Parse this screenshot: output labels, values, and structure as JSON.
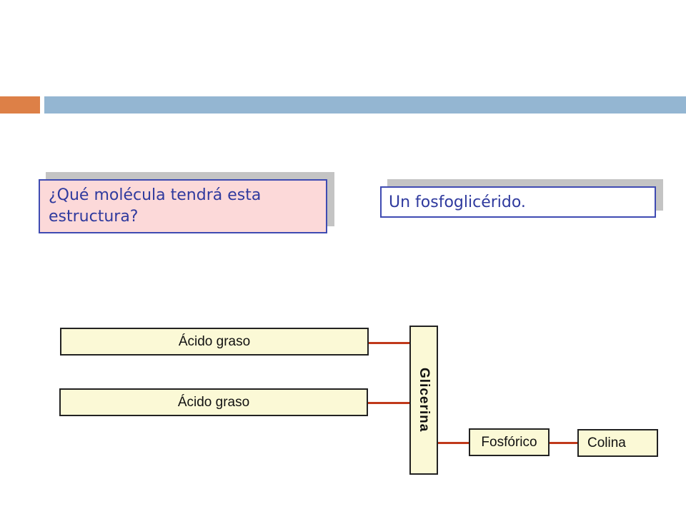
{
  "colors": {
    "accent_bar": "#dd8047",
    "title_bar": "#94b6d2",
    "question_fill": "#fcd9d9",
    "answer_fill": "#ffffff",
    "callout_border": "#3f4bb2",
    "node_fill": "#fbf9d6",
    "link": "#c0391b"
  },
  "question": {
    "line1": "¿Qué molécula tendrá esta",
    "line2": "estructura?"
  },
  "answer": {
    "text": "Un fosfoglicérido."
  },
  "diagram": {
    "fatty_acid_1": "Ácido graso",
    "fatty_acid_2": "Ácido graso",
    "glycerol": "Glicerina",
    "phosphoric": "Fosfórico",
    "choline": "Colina"
  }
}
